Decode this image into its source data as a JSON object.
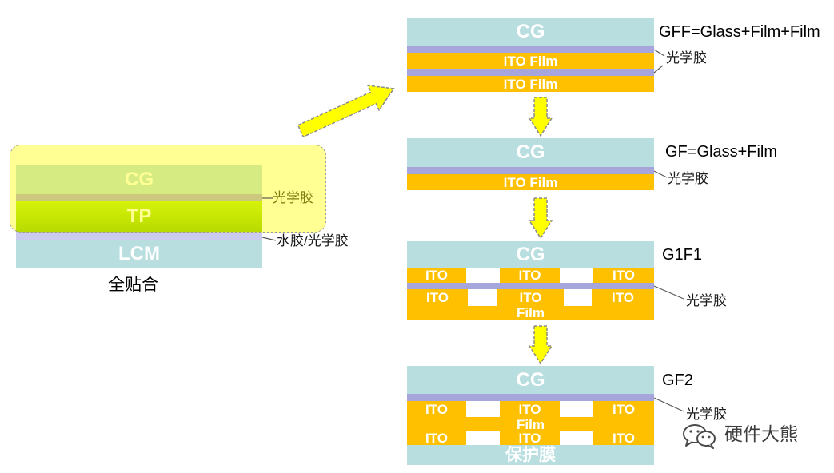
{
  "full_lamination": {
    "caption": "全贴合",
    "layer_cg": "CG",
    "layer_tp": "TP",
    "layer_lcm": "LCM",
    "label_oca": "光学胶",
    "label_adhesive": "水胶/光学胶"
  },
  "stack_gff": {
    "title": "GFF=Glass+Film+Film",
    "cg": "CG",
    "film_top": "ITO Film",
    "film_bottom": "ITO Film",
    "oca": "光学胶"
  },
  "stack_gf": {
    "title": "GF=Glass+Film",
    "cg": "CG",
    "film": "ITO Film",
    "oca": "光学胶"
  },
  "stack_g1f1": {
    "title": "G1F1",
    "cg": "CG",
    "ito_top": [
      "ITO",
      "ITO",
      "ITO"
    ],
    "ito_bottom": [
      "ITO",
      "ITO",
      "ITO"
    ],
    "film": "Film",
    "oca": "光学胶"
  },
  "stack_gf2": {
    "title": "GF2",
    "cg": "CG",
    "ito_top": [
      "ITO",
      "ITO",
      "ITO"
    ],
    "film": "Film",
    "ito_bottom": [
      "ITO",
      "ITO",
      "ITO"
    ],
    "protective_film": "保护膜",
    "oca": "光学胶"
  },
  "watermark": {
    "text": "硬件大熊",
    "icon": "wechat-icon"
  },
  "colors": {
    "glass": "#b9dee0",
    "ito": "#ffc000",
    "oca": "#a6a6dd",
    "arrow": "#ffff00",
    "highlight": "#ffff66"
  }
}
